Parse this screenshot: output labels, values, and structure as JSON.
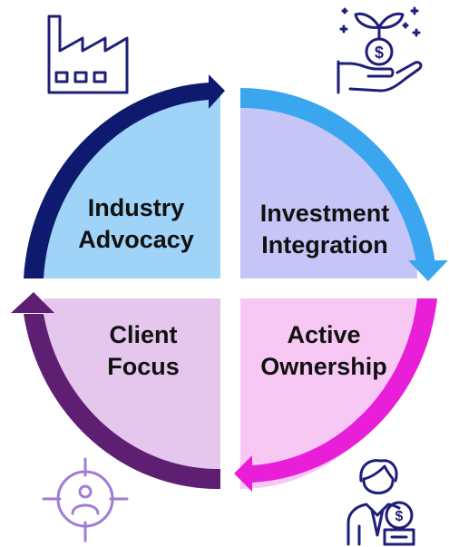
{
  "quadrants": [
    {
      "id": "industry-advocacy",
      "lines": [
        "Industry",
        "Advocacy"
      ],
      "fill": "#9fd3f7",
      "arrow_color": "#0d1a6e",
      "icon": "factory-icon"
    },
    {
      "id": "investment-integration",
      "lines": [
        "Investment",
        "Integration"
      ],
      "fill": "#c5c6f7",
      "arrow_color": "#3aa6f0",
      "icon": "money-plant-hand-icon"
    },
    {
      "id": "active-ownership",
      "lines": [
        "Active",
        "Ownership"
      ],
      "fill": "#f8c8f5",
      "arrow_color": "#e81ed8",
      "icon": "businessman-dollar-icon"
    },
    {
      "id": "client-focus",
      "lines": [
        "Client",
        "Focus"
      ],
      "fill": "#e5c6ec",
      "arrow_color": "#5e1e72",
      "icon": "target-person-icon"
    }
  ],
  "colors": {
    "icon_navy": "#1e1f7a",
    "icon_light_purple": "#a27bd6"
  }
}
